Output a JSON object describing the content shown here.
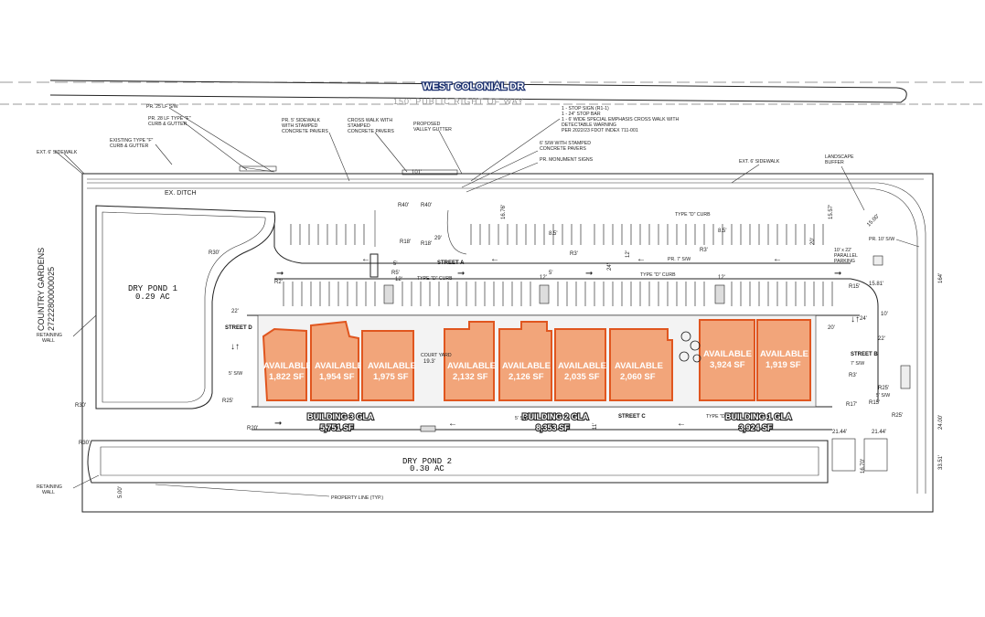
{
  "road": {
    "name": "WEST COLONIAL DR",
    "right_of_way": "150' PUBLIC RIGHT OF WAY"
  },
  "neighbor": {
    "name": "COUNTRY GARDENS",
    "parcel": "27222800000025"
  },
  "ponds": [
    {
      "name": "DRY POND 1",
      "area": "0.29 AC"
    },
    {
      "name": "DRY POND 2",
      "area": "0.30 AC"
    }
  ],
  "ditch_label": "EX. DITCH",
  "streets": {
    "a": "STREET A",
    "b": "STREET B",
    "c": "STREET C",
    "d": "STREET D"
  },
  "units": [
    {
      "status": "AVAILABLE",
      "area": "1,822 SF"
    },
    {
      "status": "AVAILABLE",
      "area": "1,954 SF"
    },
    {
      "status": "AVAILABLE",
      "area": "1,975 SF"
    },
    {
      "status": "AVAILABLE",
      "area": "2,132 SF"
    },
    {
      "status": "AVAILABLE",
      "area": "2,126 SF"
    },
    {
      "status": "AVAILABLE",
      "area": "2,035 SF"
    },
    {
      "status": "AVAILABLE",
      "area": "2,060 SF"
    },
    {
      "status": "AVAILABLE",
      "area": "3,924 SF"
    },
    {
      "status": "AVAILABLE",
      "area": "1,919 SF"
    }
  ],
  "buildings": [
    {
      "label": "BUILDING 3 GLA",
      "area": "5,751 SF"
    },
    {
      "label": "BUILDING 2 GLA",
      "area": "8,353 SF"
    },
    {
      "label": "BUILDING 1 GLA",
      "area": "3,924 SF"
    }
  ],
  "notes": {
    "pr25": "PR. 25 LF S/W",
    "pr28_1": "PR. 28 LF TYPE \"F\"",
    "pr28_2": "CURB & GUTTER",
    "exf_1": "EXISTING TYPE \"F\"",
    "exf_2": "CURB & GUTTER",
    "ext6_left": "EXT. 6' SIDEWALK",
    "pr5_1": "PR. 5' SIDEWALK",
    "pr5_2": "WITH STAMPED",
    "pr5_3": "CONCRETE PAVERS",
    "cw_1": "CROSS WALK WITH",
    "cw_2": "STAMPED",
    "cw_3": "CONCRETE PAVERS",
    "vg_1": "PROPOSED",
    "vg_2": "VALLEY GUTTER",
    "stop_1": "1 - STOP SIGN (R1-1)",
    "stop_2": "1 - 24\" STOP BAR",
    "stop_3": "1 - 6' WIDE SPECIAL EMPHASIS CROSS WALK WITH",
    "stop_4": "DETECTABLE WARNING",
    "stop_5": "PER 2022/23 FDOT INDEX 711-001",
    "sw6_1": "6' S/W WITH STAMPED",
    "sw6_2": "CONCRETE PAVERS",
    "monument": "PR. MONUMENT SIGNS",
    "ext6_right": "EXT. 6' SIDEWALK",
    "lb_1": "LANDSCAPE",
    "lb_2": "BUFFER",
    "pr10": "PR. 10' S/W",
    "pp_1": "10' x 22'",
    "pp_2": "PARALLEL",
    "pp_3": "PARKING",
    "typed_a": "TYPE \"D\" CURB",
    "typed_b": "TYPE \"D\" CURB",
    "typed_c": "TYPE \"D\" CURB",
    "typed_d": "TYPE \"D\"",
    "pr7": "PR. 7' S/W",
    "sw7": "7' S/W",
    "sw5a": "5' S/W",
    "sw5b": "5' S/W",
    "sw5c": "5' S/W",
    "rw1_1": "RETAINING",
    "rw1_2": "WALL",
    "rw2_1": "RETAINING",
    "rw2_2": "WALL",
    "propline": "PROPERTY LINE (TYP.)",
    "court": "COURT YARD"
  },
  "dims": {
    "d101": "101'",
    "d29": "29'",
    "d1676": "16.76'",
    "d1557": "15.57'",
    "d1500": "15.00'",
    "d1581": "15.81'",
    "d85a": "8.5'",
    "d85b": "8.5'",
    "d12a": "12'",
    "d12b": "12'",
    "d12c": "12'",
    "d12d": "12'",
    "d24a": "24'",
    "d24b": "24'",
    "d20a": "20'",
    "d20b": "20'",
    "d10": "10'",
    "d22a": "22'",
    "d22b": "22'",
    "d193": "19.3'",
    "d2144a": "21.44'",
    "d2144b": "21.44'",
    "d2400": "24.00'",
    "d3351": "33.51'",
    "d1670": "16.70'",
    "d500": "5.00'",
    "d5a": "5'",
    "d5b": "5'",
    "d11": "11'",
    "d164": "164'",
    "r40a": "R40'",
    "r40b": "R40'",
    "r18a": "R18'",
    "r18b": "R18'",
    "r30a": "R30'",
    "r30b": "R30'",
    "r30c": "R30'",
    "r3a": "R3'",
    "r3b": "R3'",
    "r3c": "R3'",
    "r2": "R2'",
    "r5": "R5'",
    "r15a": "R15'",
    "r15b": "R15'",
    "r17": "R17'",
    "r25a": "R25'",
    "r25b": "R25'",
    "r25c": "R25'",
    "r20": "R20'"
  }
}
